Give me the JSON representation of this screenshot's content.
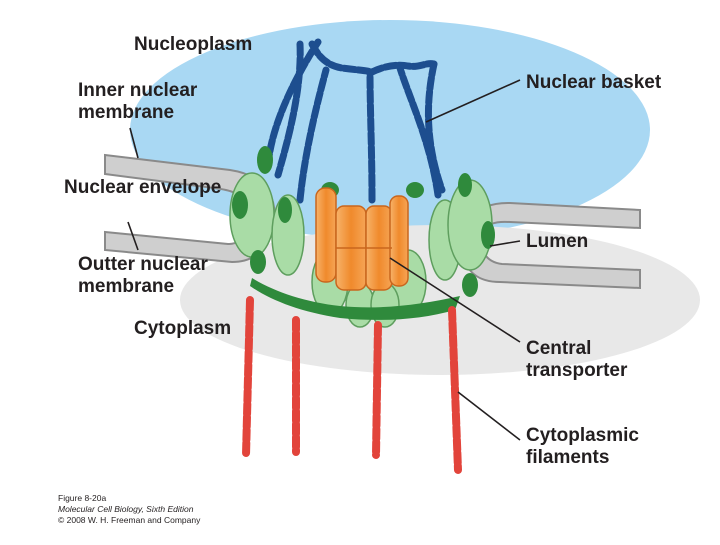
{
  "labels": {
    "nucleoplasm": "Nucleoplasm",
    "inner_membrane_1": "Inner nuclear",
    "inner_membrane_2": "membrane",
    "nuclear_envelope": "Nuclear envelope",
    "outer_membrane_1": "Outter nuclear",
    "outer_membrane_2": "membrane",
    "cytoplasm": "Cytoplasm",
    "nuclear_basket": "Nuclear basket",
    "lumen": "Lumen",
    "central_transporter_1": "Central",
    "central_transporter_2": "transporter",
    "cytoplasmic_filaments_1": "Cytoplasmic",
    "cytoplasmic_filaments_2": "filaments"
  },
  "credit": {
    "figure": "Figure 8-20a",
    "book": "Molecular Cell Biology, Sixth Edition",
    "copyright": "© 2008 W. H. Freeman and Company"
  },
  "colors": {
    "nucleoplasm": "#a9d8f3",
    "cytoplasm": "#e6e6e6",
    "membrane": "#bfbfbf",
    "basket": "#1d4e8f",
    "ring_light": "#a9dca6",
    "ring_dark": "#2f8a3c",
    "transporter": "#f39c4a",
    "filaments": "#e2443b"
  }
}
